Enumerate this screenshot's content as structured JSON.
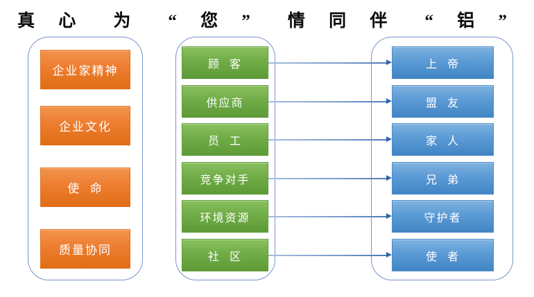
{
  "title": {
    "text": "真 心 为 “ 您 ” 情 同 伴 “ 铝 ”",
    "segments": [
      "真 心",
      "为",
      "“ 您 ”",
      "情 同 伴",
      "“ 铝 ”"
    ]
  },
  "columns": {
    "left": {
      "name": "values-column",
      "items": [
        "企业家精神",
        "企业文化",
        "使  命",
        "质量协同"
      ]
    },
    "middle": {
      "name": "stakeholders-column",
      "items": [
        "顾  客",
        "供应商",
        "员  工",
        "竞争对手",
        "环境资源",
        "社  区"
      ]
    },
    "right": {
      "name": "roles-column",
      "items": [
        "上  帝",
        "盟  友",
        "家  人",
        "兄  弟",
        "守护者",
        "使  者"
      ]
    }
  },
  "connections": [
    {
      "from": "顾客",
      "to": "上帝"
    },
    {
      "from": "供应商",
      "to": "盟友"
    },
    {
      "from": "员工",
      "to": "家人"
    },
    {
      "from": "竞争对手",
      "to": "兄弟"
    },
    {
      "from": "环境资源",
      "to": "守护者"
    },
    {
      "from": "社区",
      "to": "使者"
    }
  ],
  "colors": {
    "title_text": "#0a0a0a",
    "orange_box": "#ED7D31",
    "green_box": "#70AD47",
    "blue_box": "#5B9BD5",
    "container_border": "#7893C6",
    "arrow_line": "#7B9CCB",
    "arrow_head": "#2E66AE",
    "box_text": "#ffffff",
    "background": "#ffffff"
  }
}
